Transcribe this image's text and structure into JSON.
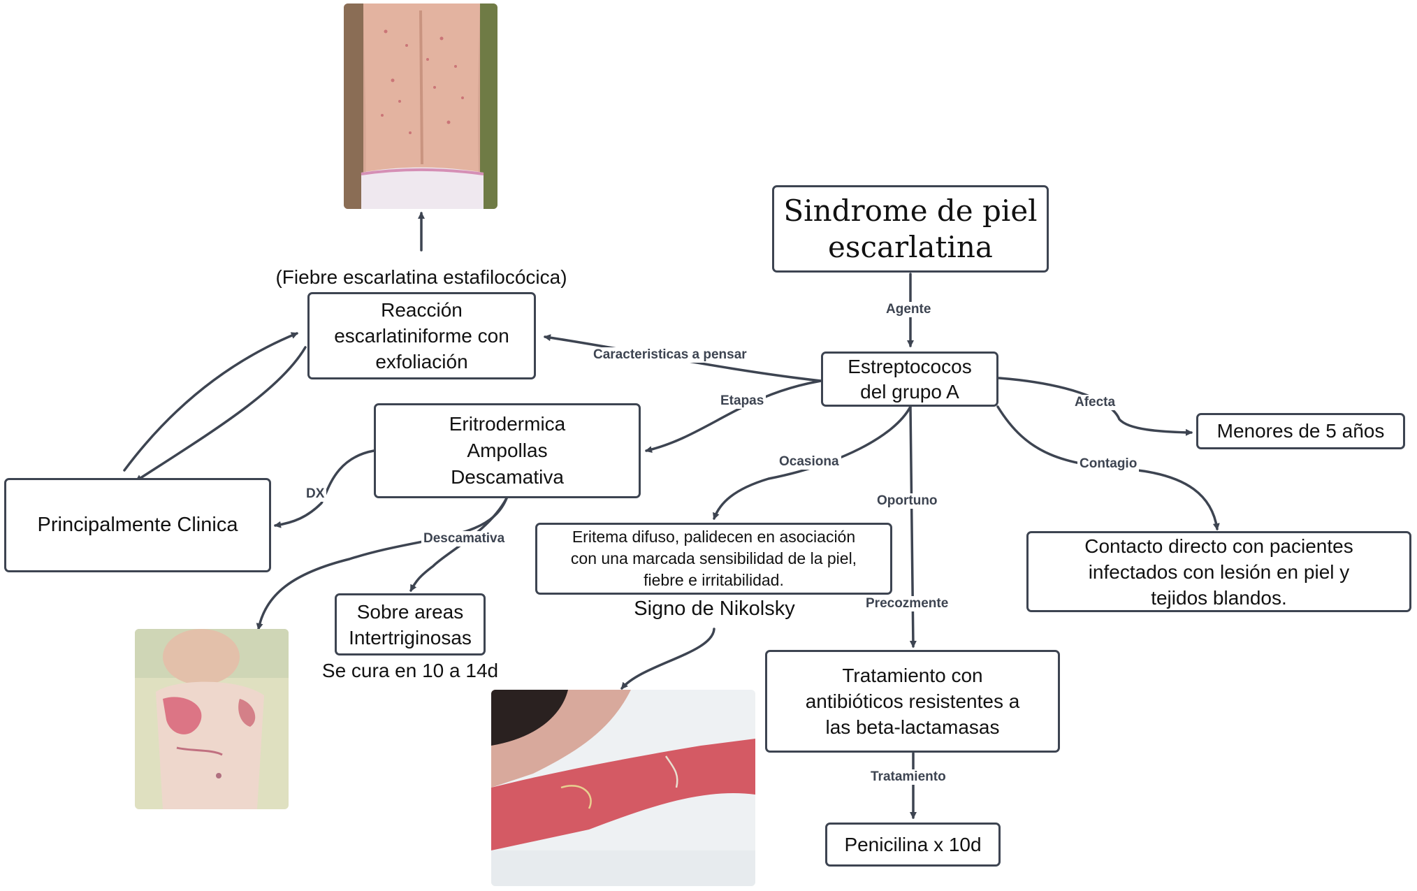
{
  "nodes": {
    "title": "Sindrome de piel\nescarlatina",
    "estrepto": "Estreptococos\ndel grupo A",
    "reaccion": "Reacción\nescarlatiniforme con\nexfoliación",
    "fiebre_staph": "(Fiebre escarlatina estafilocócica)",
    "eritro": "Eritrodermica\nAmpollas\nDescamativa",
    "principal": "Principalmente Clinica",
    "menores": "Menores de 5 años",
    "contacto": "Contacto directo con pacientes\ninfectados con lesión en piel y\ntejidos blandos.",
    "eritema": "Eritema difuso, palidecen en asociación\ncon una marcada sensibilidad de la piel,\nfiebre e irritabilidad.",
    "nikolsky": "Signo de Nikolsky",
    "sobre": "Sobre areas\nIntertriginosas",
    "cura": "Se cura en 10 a 14d",
    "tratamiento": "Tratamiento con\nantibióticos resistentes a\nlas beta-lactamasas",
    "penicilina": "Penicilina x 10d"
  },
  "edge_labels": {
    "agente": "Agente",
    "caracteristicas": "Caracteristicas a pensar",
    "etapas": "Etapas",
    "afecta": "Afecta",
    "ocasiona": "Ocasiona",
    "contagio": "Contagio",
    "oportuno": "Oportuno",
    "precozmente": "Precozmente",
    "dx": "DX",
    "descamativa": "Descamativa",
    "tratamiento": "Tratamiento"
  },
  "colors": {
    "border": "#3d4451",
    "skin": "#e8c2b0",
    "rash": "#d9505e"
  }
}
